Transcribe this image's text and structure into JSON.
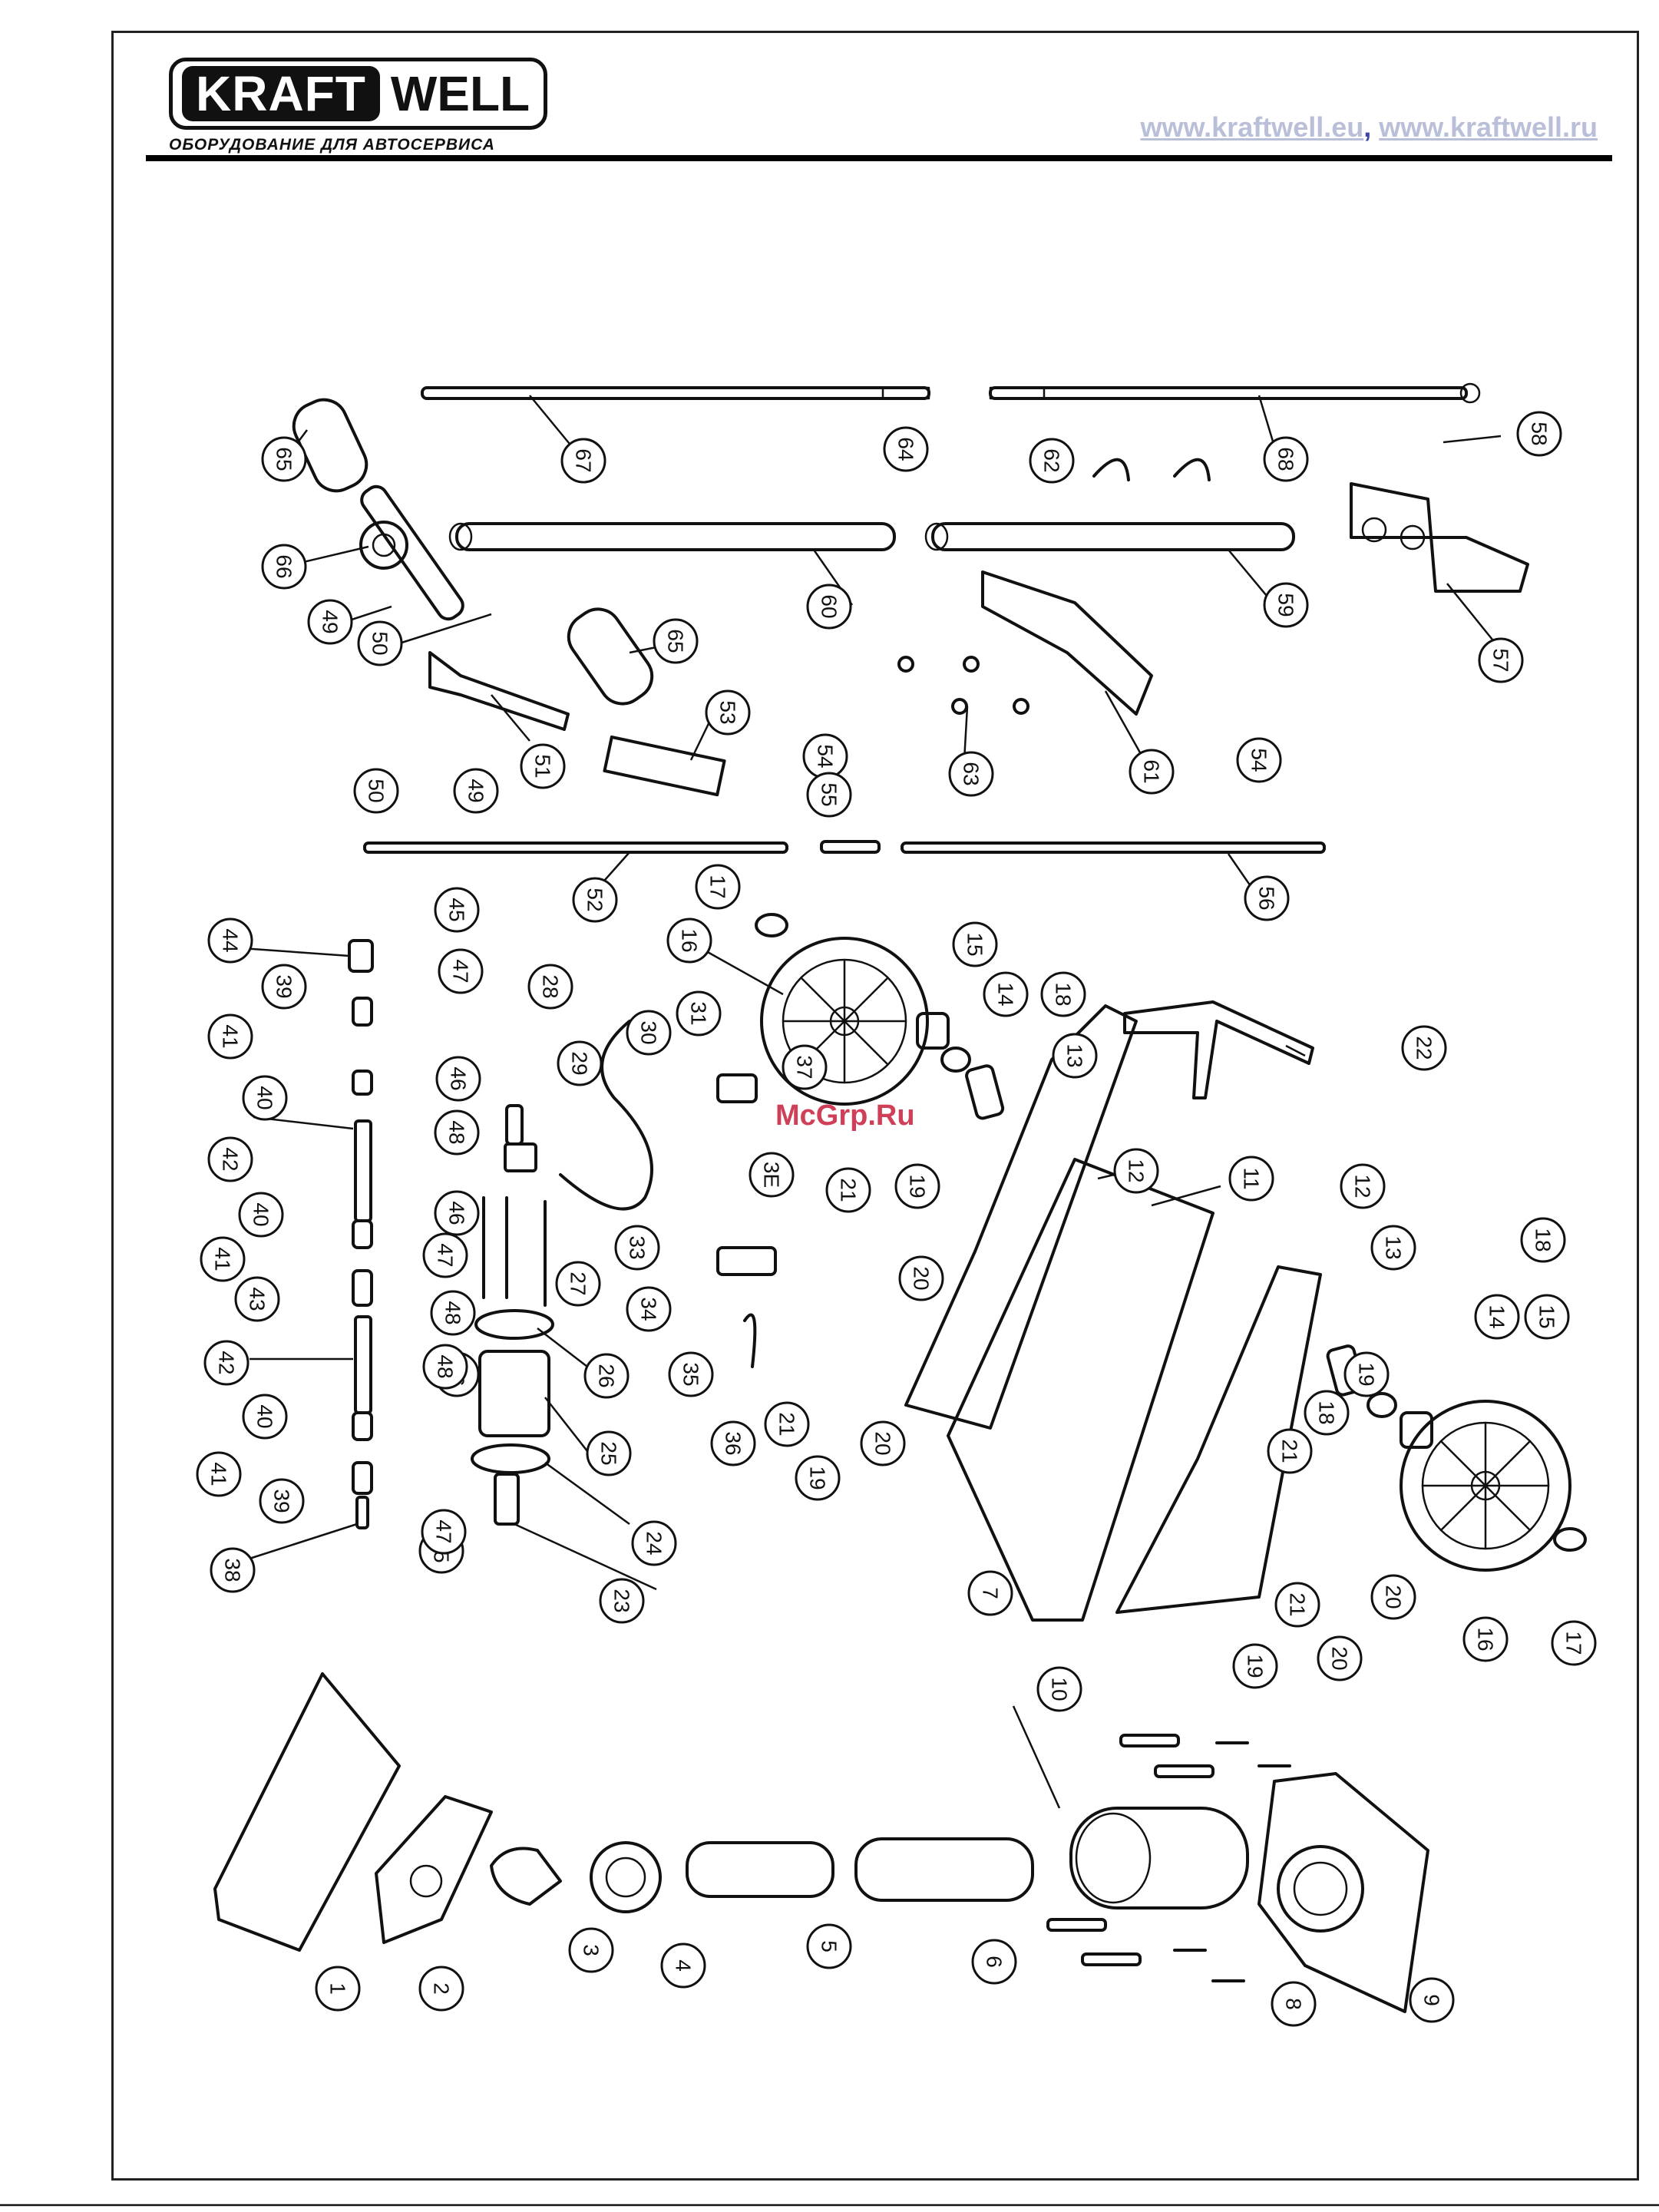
{
  "header": {
    "logo_left": "KRAFT",
    "logo_right": "WELL",
    "tagline": "ОБОРУДОВАНИЕ ДЛЯ АВТОСЕРВИСА",
    "url1": "www.kraftwell.eu",
    "separator": ",",
    "url2": "www.kraftwell.ru"
  },
  "watermark": "McGrp.Ru",
  "callouts": [
    "1",
    "2",
    "3",
    "4",
    "5",
    "6",
    "7",
    "8",
    "9",
    "10",
    "11",
    "12",
    "12",
    "13",
    "13",
    "14",
    "14",
    "15",
    "15",
    "16",
    "16",
    "17",
    "17",
    "18",
    "18",
    "18",
    "19",
    "19",
    "19",
    "19",
    "20",
    "20",
    "20",
    "20",
    "21",
    "21",
    "21",
    "21",
    "22",
    "23",
    "24",
    "25",
    "26",
    "27",
    "28",
    "29",
    "30",
    "31",
    "33",
    "34",
    "35",
    "36",
    "37",
    "38",
    "39",
    "39",
    "40",
    "40",
    "40",
    "41",
    "41",
    "41",
    "42",
    "42",
    "43",
    "44",
    "45",
    "45",
    "46",
    "46",
    "46",
    "47",
    "47",
    "47",
    "48",
    "48",
    "48",
    "49",
    "49",
    "50",
    "50",
    "51",
    "52",
    "53",
    "54",
    "54",
    "55",
    "56",
    "57",
    "58",
    "59",
    "60",
    "61",
    "62",
    "63",
    "64",
    "65",
    "65",
    "66",
    "67",
    "68",
    "3E"
  ]
}
